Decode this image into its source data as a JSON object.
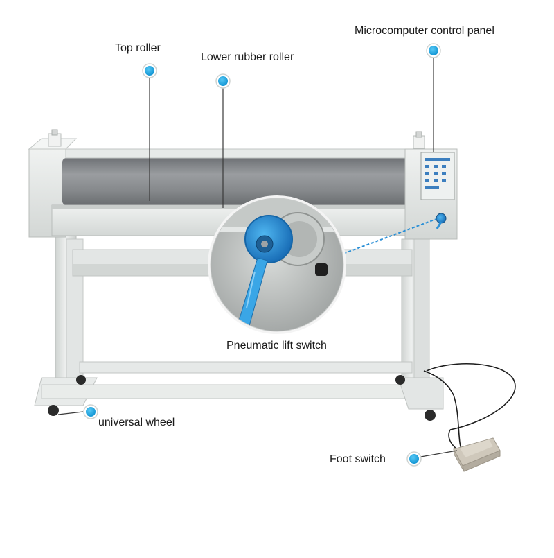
{
  "labels": {
    "top_roller": "Top roller",
    "lower_rubber_roller": "Lower rubber roller",
    "control_panel": "Microcomputer control panel",
    "pneumatic_switch": "Pneumatic lift switch",
    "universal_wheel": "universal wheel",
    "foot_switch": "Foot switch"
  },
  "colors": {
    "marker_fill": "#1aa3e0",
    "marker_ring": "#d9d9d9",
    "machine_body": "#e4e7e6",
    "frame": "#dfe3e1",
    "roller": "#8a8d90",
    "pedal": "#c9c2b5",
    "callout_blue": "#2a8fd6"
  }
}
